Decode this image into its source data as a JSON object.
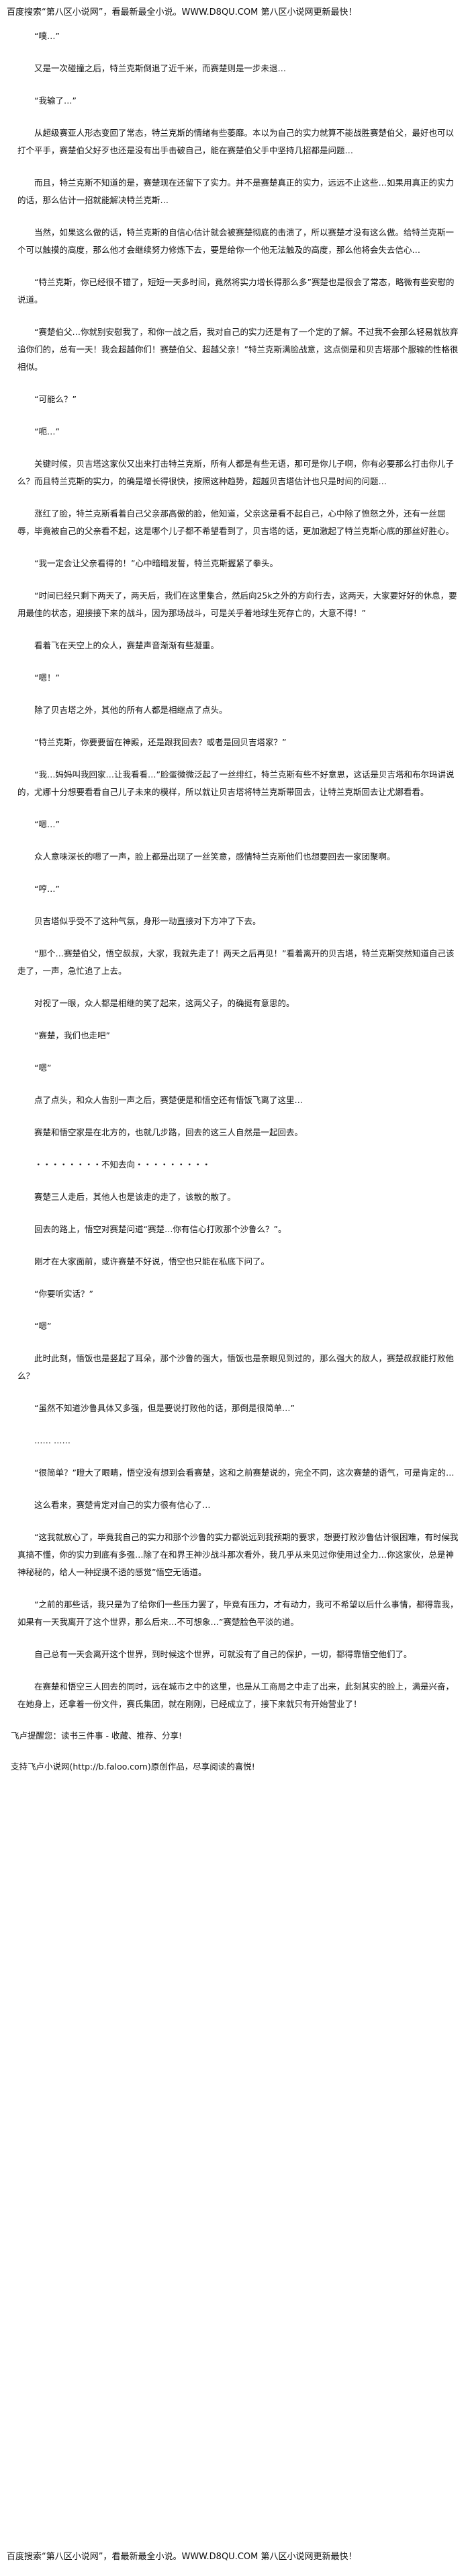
{
  "banner_top": "百度搜索“第八区小说网”，看最新最全小说。WWW.D8QU.COM  第八区小说网更新最快！",
  "banner_bottom": "百度搜索“第八区小说网”，看最新最全小说。WWW.D8QU.COM  第八区小说网更新最快！",
  "paragraphs": [
    "“噗…”",
    "又是一次碰撞之后，特兰克斯倒退了近千米，而赛楚则是一步未退…",
    "“我输了…”",
    "从超级赛亚人形态变回了常态，特兰克斯的情绪有些萎靡。本以为自己的实力就算不能战胜赛楚伯父，最好也可以打个平手，赛楚伯父好歹也还是没有出手击破自己，能在赛楚伯父手中坚持几招都是问题…",
    "而且，特兰克斯不知道的是，赛楚现在还留下了实力。并不是赛楚真正的实力，远远不止这些…如果用真正的实力的话，那么估计一招就能解决特兰克斯…",
    "当然，如果这么做的话，特兰克斯的自信心估计就会被赛楚彻底的击溃了，所以赛楚才没有这么做。给特兰克斯一个可以触摸的高度，那么他才会继续努力修炼下去，要是给你一个他无法触及的高度，那么他将会失去信心…",
    "“特兰克斯，你已经很不错了，短短一天多时间，竟然将实力增长得那么多”赛楚也是很会了常态，略微有些安慰的说道。",
    "“赛楚伯父…你就别安慰我了，和你一战之后，我对自己的实力还是有了一个定的了解。不过我不会那么轻易就放弃追你们的，总有一天！我会超越你们！赛楚伯父、超越父亲！”特兰克斯满脸战意，这点倒是和贝吉塔那个服输的性格很相似。",
    "“可能么？”",
    "“呃…”",
    "关键时候，贝吉塔这家伙又出来打击特兰克斯，所有人都是有些无语，那可是你儿子啊，你有必要那么打击你儿子么？而且特兰克斯的实力，的确是增长得很快，按照这种趋势，超越贝吉塔估计也只是时间的问题…",
    "涨红了脸，特兰克斯看着自己父亲那高傲的脸，他知道，父亲这是看不起自己，心中除了愤怒之外，还有一丝屈辱，毕竟被自己的父亲看不起，这是哪个儿子都不希望看到了，贝吉塔的话，更加激起了特兰克斯心底的那丝好胜心。",
    "“我一定会让父亲看得的！”心中暗暗发誓，特兰克斯握紧了拳头。",
    "“时间已经只剩下两天了，两天后，我们在这里集合，然后向25k之外的方向行去，这两天，大家要好好的休息，要用最佳的状态，迎接接下来的战斗，因为那场战斗，可是关乎着地球生死存亡的，大意不得！”",
    "看着飞在天空上的众人，赛楚声音渐渐有些凝重。",
    "“嗯！”",
    "除了贝吉塔之外，其他的所有人都是相继点了点头。",
    "“特兰克斯，你要要留在神殿，还是跟我回去？或者是回贝吉塔家？”",
    "“我…妈妈叫我回家…让我看看…”脸蛋微微泛起了一丝绯红，特兰克斯有些不好意思，这话是贝吉塔和布尔玛讲说的，尤娜十分想要看看自己儿子未来的模样，所以就让贝吉塔将特兰克斯带回去，让特兰克斯回去让尤娜看看。",
    "“嗯…”",
    "众人意味深长的嗯了一声，脸上都是出现了一丝笑意，感情特兰克斯他们也想要回去一家团聚啊。",
    "“哼…”",
    "贝吉塔似乎受不了这种气氛，身形一动直接对下方冲了下去。",
    "“那个…赛楚伯父，悟空叔叔，大家，我就先走了！两天之后再见！”看着离开的贝吉塔，特兰克斯突然知道自己该走了，一声，急忙追了上去。",
    "对视了一眼，众人都是相继的笑了起来，这两父子，的确挺有意思的。",
    "“赛楚，我们也走吧”",
    "“嗯”",
    "点了点头，和众人告别一声之后，赛楚便是和悟空还有悟饭飞离了这里…",
    "赛楚和悟空家是在北方的，也就几步路，回去的这三人自然是一起回去。",
    "・・・・・・・・不知去向・・・・・・・・・",
    "赛楚三人走后，其他人也是该走的走了，该散的散了。",
    "回去的路上，悟空对赛楚问道“赛楚…你有信心打败那个沙鲁么？”。",
    "刚才在大家面前，或许赛楚不好说，悟空也只能在私底下问了。",
    "“你要听实话？”",
    "“嗯”",
    "此时此刻，悟饭也是竖起了耳朵，那个沙鲁的强大，悟饭也是亲眼见到过的，那么强大的敌人，赛楚叔叔能打败他么？",
    "“虽然不知道沙鲁具体又多强，但是要说打败他的话，那倒是很简单…”",
    "……  ……",
    "“很简单？”瞪大了眼睛，悟空没有想到会看赛楚，这和之前赛楚说的，完全不同，这次赛楚的语气，可是肯定的…",
    "这么看来，赛楚肯定对自己的实力很有信心了…",
    "“这我就放心了，毕竟我自己的实力和那个沙鲁的实力都说远到我预期的要求，想要打败沙鲁估计很困难，有时候我真搞不懂，你的实力到底有多强…除了在和界王神沙战斗那次看外，我几乎从来见过你使用过全力…你这家伙，总是神神秘秘的，给人一种捉摸不透的感觉”悟空无语道。",
    "“之前的那些话，我只是为了给你们一些压力罢了，毕竟有压力，才有动力，我可不希望以后什么事情，都得靠我，如果有一天我离开了这个世界，那么后来…不可想象…”赛楚脸色平淡的道。",
    "自己总有一天会离开这个世界，到时候这个世界，可就没有了自己的保护，一切，都得靠悟空他们了。",
    "在赛楚和悟空三人回去的同时，远在城市之中的这里，也是从工商局之中走了出来，此刻其实的脸上，满是兴奋，在她身上，还拿着一份文件，赛氏集团，就在刚刚，已经成立了，接下来就只有开始营业了！"
  ],
  "footer_lines": [
    "飞卢提醒您：读书三件事 - 收藏、推荐、分享!",
    "支持飞卢小说网(http://b.faloo.com)原创作品，尽享阅读的喜悦!"
  ]
}
